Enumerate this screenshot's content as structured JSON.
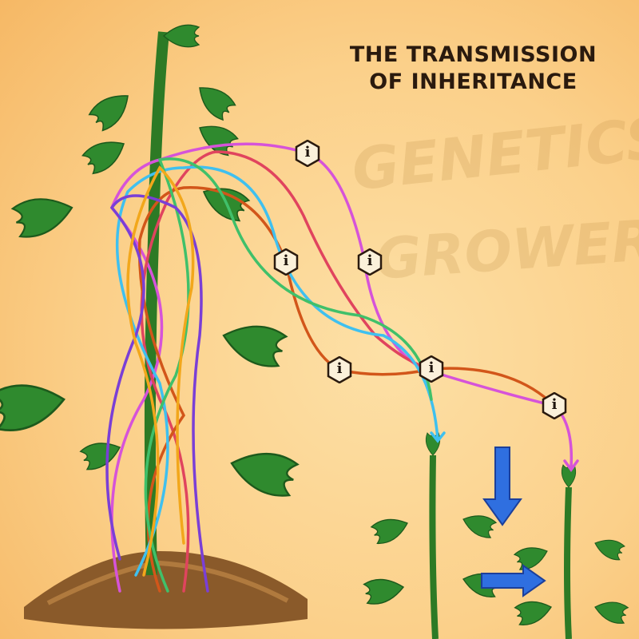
{
  "title": {
    "line1": "THE TRANSMISSION",
    "line2": "OF INHERITANCE"
  },
  "watermark": {
    "line1": "GENETICS",
    "line2": "GROWERS"
  },
  "info_icon_glyph": "i",
  "info_points": [
    "info-1",
    "info-2",
    "info-3",
    "info-4",
    "info-5",
    "info-6"
  ],
  "colors": {
    "magenta": "#d653d9",
    "red": "#e0445e",
    "orange": "#d2561a",
    "cyan": "#3fc0ef",
    "green": "#40c06a",
    "purple": "#7a3fd6",
    "yellow": "#f2a71b",
    "arrow_blue": "#2f6fe0",
    "leaf": "#2f8a2e",
    "soil": "#8a5a2a"
  }
}
